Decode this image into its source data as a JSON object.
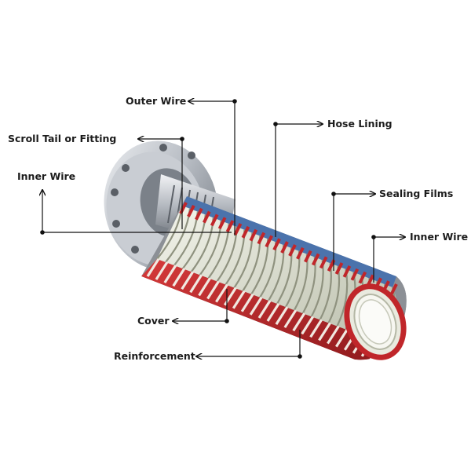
{
  "labels": {
    "outer_wire": "Outer Wire",
    "hose_lining": "Hose Lining",
    "scroll_tail": "Scroll Tail or Fitting",
    "inner_wire_left": "Inner Wire",
    "sealing_films": "Sealing Films",
    "inner_wire_right": "Inner Wire",
    "cover": "Cover",
    "reinforcement": "Reinforcement"
  },
  "colors": {
    "red_cover": "#c0262a",
    "steel": "#b7bcc3",
    "dark_steel": "#6e747c",
    "blue_film": "#3f6fb0",
    "coil_light": "#e4e6d9"
  },
  "icons": {
    "flange": "steel-flange-icon",
    "hose": "corrugated-hose-icon"
  }
}
